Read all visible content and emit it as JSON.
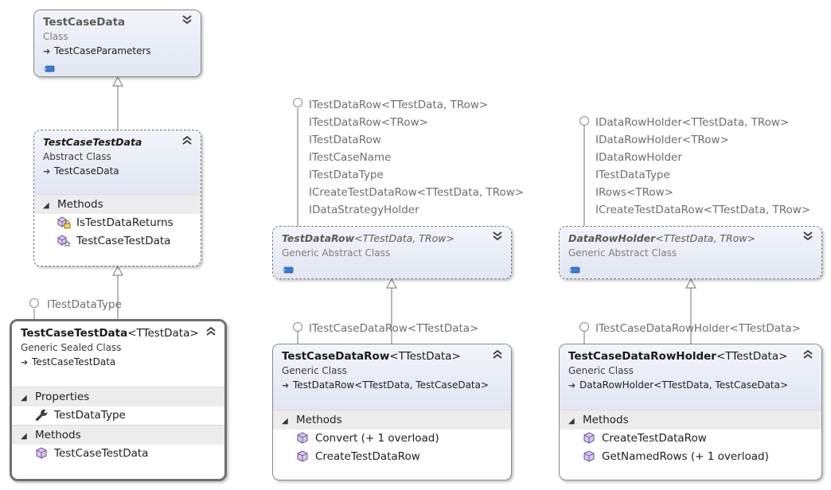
{
  "classes": {
    "testcasedata": {
      "name": "TestCaseData",
      "kind": "Class",
      "inherits": "TestCaseParameters"
    },
    "testcasetestdata": {
      "name": "TestCaseTestData",
      "kind": "Abstract Class",
      "inherits": "TestCaseData",
      "sections": [
        {
          "label": "Methods",
          "members": [
            "IsTestDataReturns",
            "TestCaseTestData"
          ]
        }
      ]
    },
    "testcasetestdata_generic": {
      "name": "TestCaseTestData",
      "tparams": "<TTestData>",
      "kind": "Generic Sealed Class",
      "inherits": "TestCaseTestData",
      "sections": [
        {
          "label": "Properties",
          "members": [
            "TestDataType"
          ]
        },
        {
          "label": "Methods",
          "members": [
            "TestCaseTestData"
          ]
        }
      ]
    },
    "testdatarow": {
      "name": "TestDataRow",
      "tparams": "<TTestData, TRow>",
      "kind": "Generic Abstract Class"
    },
    "datarowholder": {
      "name": "DataRowHolder",
      "tparams": "<TTestData, TRow>",
      "kind": "Generic Abstract Class"
    },
    "testcasedatarow": {
      "name": "TestCaseDataRow",
      "tparams": "<TTestData>",
      "kind": "Generic Class",
      "inherits": "TestDataRow<TTestData, TestCaseData>",
      "sections": [
        {
          "label": "Methods",
          "members": [
            "Convert (+ 1 overload)",
            "CreateTestDataRow"
          ]
        }
      ]
    },
    "testcasedatarowholder": {
      "name": "TestCaseDataRowHolder",
      "tparams": "<TTestData>",
      "kind": "Generic Class",
      "inherits": "DataRowHolder<TTestData, TestCaseData>",
      "sections": [
        {
          "label": "Methods",
          "members": [
            "CreateTestDataRow",
            "GetNamedRows (+ 1 overload)"
          ]
        }
      ]
    }
  },
  "interfaces": {
    "testdatarow_list": [
      "ITestDataRow<TTestData, TRow>",
      "ITestDataRow<TRow>",
      "ITestDataRow",
      "ITestCaseName",
      "ITestDataType",
      "ICreateTestDataRow<TTestData, TRow>",
      "IDataStrategyHolder"
    ],
    "datarowholder_list": [
      "IDataRowHolder<TTestData, TRow>",
      "IDataRowHolder<TRow>",
      "IDataRowHolder",
      "ITestDataType",
      "IRows<TRow>",
      "ICreateTestDataRow<TTestData, TRow>"
    ],
    "itestdatatype": "ITestDataType",
    "itestcasedatarow": "ITestCaseDataRow<TTestData>",
    "itestcasedatarowholder": "ITestCaseDataRowHolder<TTestData>"
  },
  "colors": {
    "header_top": "#f2f4fa",
    "header_bottom": "#e1e6f2",
    "border": "#8a8a8a",
    "connector": "#8a8a8a",
    "interface_text": "#6e6e6e"
  }
}
